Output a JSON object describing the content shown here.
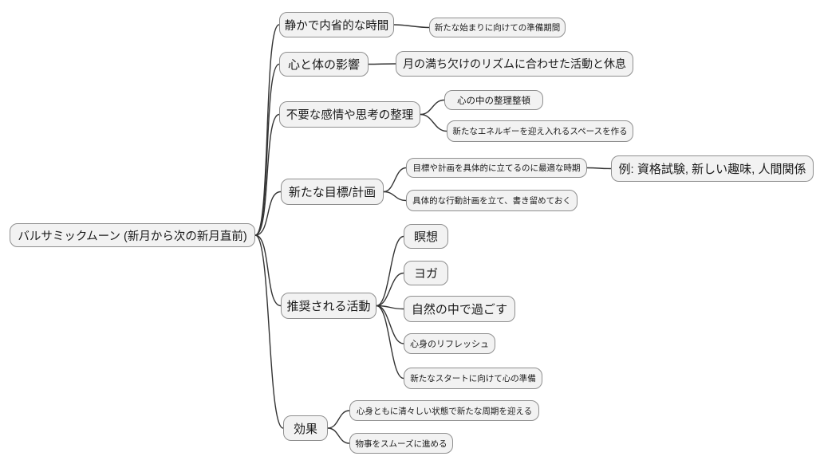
{
  "diagram": {
    "type": "mindmap",
    "root": {
      "label": "バルサミックムーン (新月から次の新月直前)"
    },
    "branches": [
      {
        "label": "静かで内省的な時間",
        "children": [
          {
            "label": "新たな始まりに向けての準備期間"
          }
        ]
      },
      {
        "label": "心と体の影響",
        "children": [
          {
            "label": "月の満ち欠けのリズムに合わせた活動と休息"
          }
        ]
      },
      {
        "label": "不要な感情や思考の整理",
        "children": [
          {
            "label": "心の中の整理整頓"
          },
          {
            "label": "新たなエネルギーを迎え入れるスペースを作る"
          }
        ]
      },
      {
        "label": "新たな目標/計画",
        "children": [
          {
            "label": "目標や計画を具体的に立てるのに最適な時期",
            "children": [
              {
                "label": "例: 資格試験, 新しい趣味, 人間関係"
              }
            ]
          },
          {
            "label": "具体的な行動計画を立て、書き留めておく"
          }
        ]
      },
      {
        "label": "推奨される活動",
        "children": [
          {
            "label": "瞑想"
          },
          {
            "label": "ヨガ"
          },
          {
            "label": "自然の中で過ごす"
          },
          {
            "label": "心身のリフレッシュ"
          },
          {
            "label": "新たなスタートに向けて心の準備"
          }
        ]
      },
      {
        "label": "効果",
        "children": [
          {
            "label": "心身ともに清々しい状態で新たな周期を迎える"
          },
          {
            "label": "物事をスムーズに進める"
          }
        ]
      }
    ],
    "colors": {
      "background": "#ffffff",
      "node_fill": "#f2f2f2",
      "node_border": "#8f8f8f",
      "line": "#333333",
      "text": "#1a1a1a"
    }
  }
}
